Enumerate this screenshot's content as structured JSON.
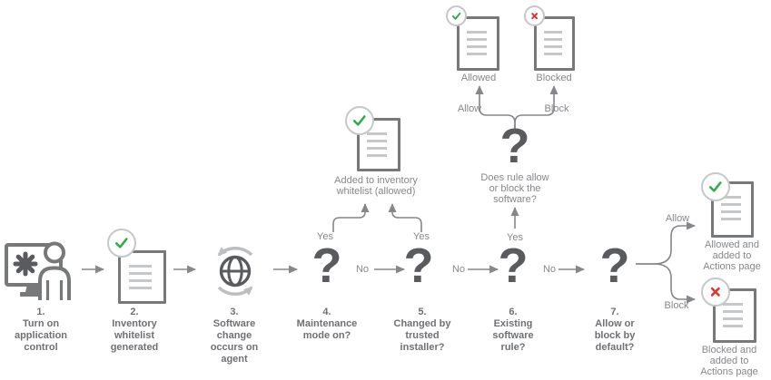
{
  "glyphs": {
    "question_mark": "?"
  },
  "colors": {
    "check_green": "#2fae4a",
    "cross_red": "#e13330",
    "icon_dark": "#5a5b5e",
    "icon_mid": "#77787a",
    "connector_gray": "#85878a",
    "light_gray": "#bcbec0"
  },
  "steps": [
    {
      "number": "1.",
      "label": "Turn on\napplication\ncontrol"
    },
    {
      "number": "2.",
      "label": "Inventory\nwhitelist\ngenerated"
    },
    {
      "number": "3.",
      "label": "Software\nchange\noccurs on\nagent"
    },
    {
      "number": "4.",
      "label": "Maintenance\nmode on?"
    },
    {
      "number": "5.",
      "label": "Changed by\ntrusted\ninstaller?"
    },
    {
      "number": "6.",
      "label": "Existing\nsoftware\nrule?"
    },
    {
      "number": "7.",
      "label": "Allow or\nblock by\ndefault?"
    }
  ],
  "branch_labels": {
    "yes_maintenance": "Yes",
    "yes_installer": "Yes",
    "yes_rule": "Yes",
    "no_maintenance": "No",
    "no_installer": "No",
    "no_rule": "No",
    "allow_rule": "Allow",
    "block_rule": "Block",
    "allow_default": "Allow",
    "block_default": "Block"
  },
  "rule_decision": {
    "caption": "Does rule allow\nor block the\nsoftware?"
  },
  "outcomes": {
    "whitelist": {
      "caption": "Added to inventory\nwhitelist (allowed)",
      "status": "allowed"
    },
    "rule_allowed": {
      "caption": "Allowed",
      "status": "allowed"
    },
    "rule_blocked": {
      "caption": "Blocked",
      "status": "blocked"
    },
    "default_allowed": {
      "caption": "Allowed and\nadded to\nActions page",
      "status": "allowed"
    },
    "default_blocked": {
      "caption": "Blocked and\nadded to\nActions page",
      "status": "blocked"
    }
  }
}
